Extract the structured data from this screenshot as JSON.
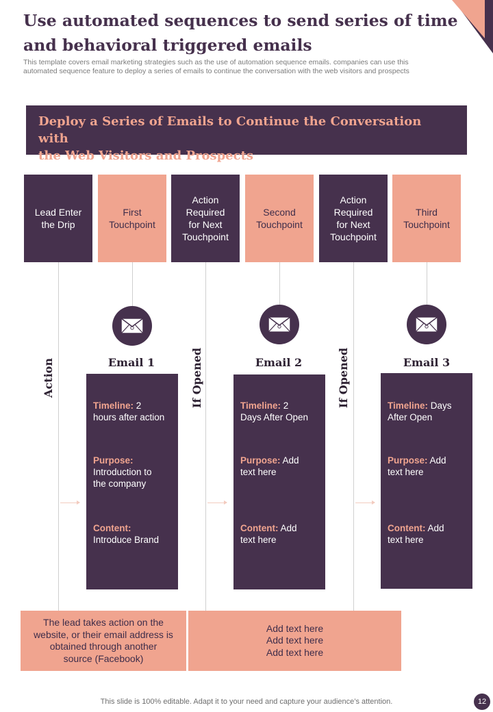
{
  "header": {
    "title_lines": [
      "Use automated sequences to send series of time",
      "and behavioral triggered emails"
    ],
    "subtitle_lines": [
      "This template covers email marketing strategies such as the use of automation sequence emails. companies can use this",
      "automated sequence feature to deploy a series of  emails to continue the conversation with the web visitors and prospects"
    ]
  },
  "banner": {
    "lines": [
      "Deploy a Series of  Emails to Continue the Conversation with",
      "the Web Visitors  and Prospects"
    ]
  },
  "steps": [
    {
      "lines": [
        "Lead Enter",
        "the Drip"
      ],
      "style": "dark"
    },
    {
      "lines": [
        "First",
        "Touchpoint"
      ],
      "style": "light"
    },
    {
      "lines": [
        "Action",
        "Required",
        "for Next",
        "Touchpoint"
      ],
      "style": "dark"
    },
    {
      "lines": [
        "Second",
        "Touchpoint"
      ],
      "style": "light"
    },
    {
      "lines": [
        "Action",
        "Required",
        "for Next",
        "Touchpoint"
      ],
      "style": "dark"
    },
    {
      "lines": [
        "Third",
        "Touchpoint"
      ],
      "style": "light"
    }
  ],
  "triggers": [
    "Action",
    "If Opened",
    "If Opened"
  ],
  "emails": [
    {
      "title": "Email 1",
      "timeline_key": "Timeline:",
      "timeline_lines": [
        "2",
        "hours after action"
      ],
      "purpose_key": "Purpose:",
      "purpose_lines": [
        "",
        "Introduction to",
        "the company"
      ],
      "content_key": "Content:",
      "content_lines": [
        "",
        "Introduce Brand"
      ]
    },
    {
      "title": "Email 2",
      "timeline_key": "Timeline:",
      "timeline_lines": [
        "2",
        "Days After Open"
      ],
      "purpose_key": "Purpose:",
      "purpose_lines": [
        "Add",
        "text here"
      ],
      "content_key": "Content:",
      "content_lines": [
        "Add",
        "text here"
      ]
    },
    {
      "title": "Email 3",
      "timeline_key": "Timeline:",
      "timeline_lines": [
        "Days",
        "After Open"
      ],
      "purpose_key": "Purpose:",
      "purpose_lines": [
        "Add",
        "text here"
      ],
      "content_key": "Content:",
      "content_lines": [
        "Add",
        "text here"
      ]
    }
  ],
  "notes": [
    {
      "lines": [
        "The lead takes action on the",
        "website, or their email address is",
        "obtained through another",
        "source (Facebook)"
      ]
    },
    {
      "lines": [
        "Add text here",
        "Add text here",
        "Add text here"
      ]
    }
  ],
  "footer": {
    "text": "This slide is 100% editable. Adapt it to your need and capture your audience’s attention.",
    "page_number": "12"
  },
  "colors": {
    "dark": "#46314d",
    "accent": "#f0a48f"
  },
  "icons": [
    "envelope-icon"
  ]
}
